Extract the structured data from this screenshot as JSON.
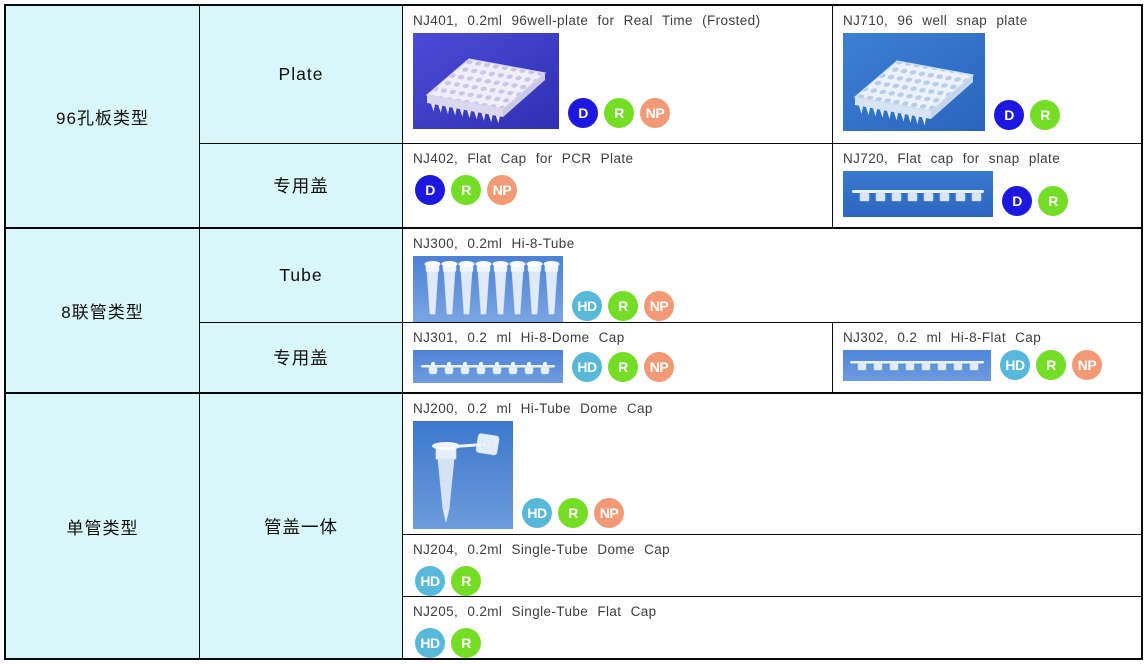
{
  "legend_colors": {
    "D": "#1c18e0",
    "R": "#74dd26",
    "NP": "#f29a76",
    "HD": "#58b8d9"
  },
  "sections": [
    {
      "category": "96孔板类型",
      "rows": [
        {
          "label": "Plate",
          "products": [
            {
              "title": "NJ401, 0.2ml 96well-plate for Real Time (Frosted)",
              "image": "96-well-pcr-plate-photo",
              "badges": [
                "D",
                "R",
                "NP"
              ]
            },
            {
              "title": "NJ710, 96 well snap plate",
              "image": "96-well-snap-plate-photo",
              "badges": [
                "D",
                "R"
              ]
            }
          ]
        },
        {
          "label": "专用盖",
          "products": [
            {
              "title": "NJ402, Flat Cap for PCR Plate",
              "badges": [
                "D",
                "R",
                "NP"
              ]
            },
            {
              "title": "NJ720, Flat cap for snap plate",
              "image": "snap-plate-flat-cap-strip-photo",
              "badges": [
                "D",
                "R"
              ]
            }
          ]
        }
      ]
    },
    {
      "category": "8联管类型",
      "rows": [
        {
          "label": "Tube",
          "products": [
            {
              "title": "NJ300, 0.2ml Hi-8-Tube",
              "image": "8-strip-tube-photo",
              "badges": [
                "HD",
                "R",
                "NP"
              ]
            }
          ]
        },
        {
          "label": "专用盖",
          "products": [
            {
              "title": "NJ301, 0.2 ml Hi-8-Dome Cap",
              "image": "8-strip-dome-cap-photo",
              "badges": [
                "HD",
                "R",
                "NP"
              ]
            },
            {
              "title": "NJ302, 0.2 ml Hi-8-Flat Cap",
              "image": "8-strip-flat-cap-photo",
              "badges": [
                "HD",
                "R",
                "NP"
              ]
            }
          ]
        }
      ]
    },
    {
      "category": "单管类型",
      "rows": [
        {
          "label": "管盖一体",
          "products": [
            {
              "title": "NJ200, 0.2 ml Hi-Tube Dome Cap",
              "image": "single-tube-dome-cap-photo",
              "badges": [
                "HD",
                "R",
                "NP"
              ]
            },
            {
              "title": "NJ204, 0.2ml Single-Tube Dome Cap",
              "badges": [
                "HD",
                "R"
              ]
            },
            {
              "title": "NJ205, 0.2ml Single-Tube Flat Cap",
              "badges": [
                "HD",
                "R"
              ]
            }
          ]
        }
      ]
    }
  ]
}
